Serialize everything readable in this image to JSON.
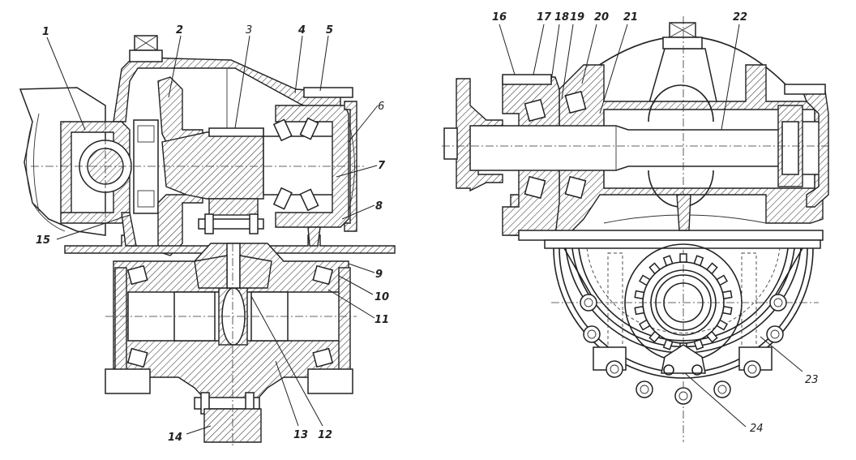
{
  "figure": {
    "type": "technical cross-section drawing",
    "views": [
      {
        "id": "left-view",
        "description": "Longitudinal section of drive axle final drive (pinion, ring gear, differential)"
      },
      {
        "id": "right-view",
        "description": "Transverse section of drive axle with end view of differential housing"
      }
    ]
  },
  "callouts": {
    "c1": "1",
    "c2": "2",
    "c3": "3",
    "c4": "4",
    "c5": "5",
    "c6": "6",
    "c7": "7",
    "c8": "8",
    "c9": "9",
    "c10": "10",
    "c11": "11",
    "c12": "12",
    "c13": "13",
    "c14": "14",
    "c15": "15",
    "c16": "16",
    "c17": "17",
    "c18": "18",
    "c19": "19",
    "c20": "20",
    "c21": "21",
    "c22": "22",
    "c23": "23",
    "c24": "24"
  }
}
